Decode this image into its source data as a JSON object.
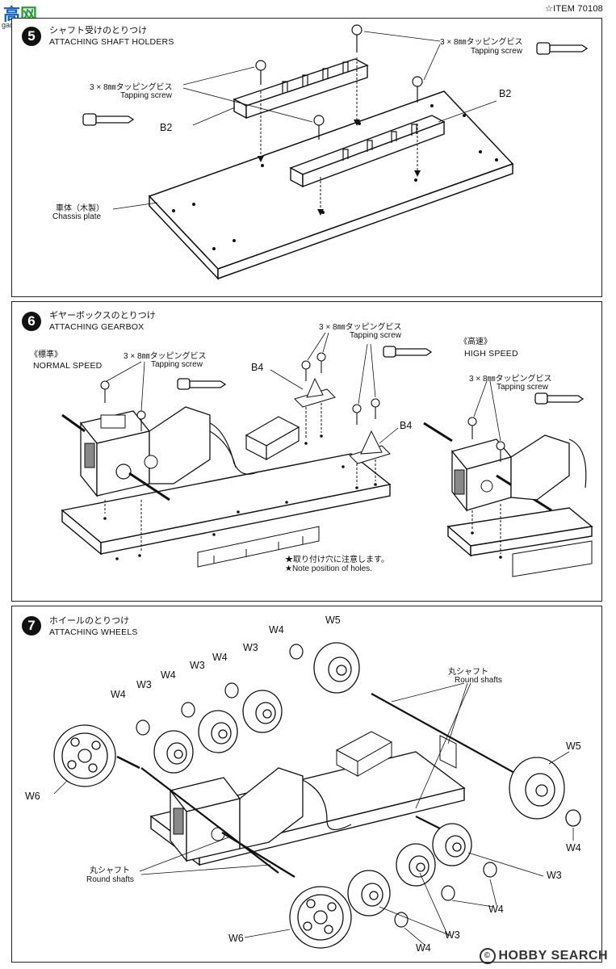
{
  "header": {
    "item_number": "☆ITEM 70108",
    "watermark_top": "高",
    "watermark_top2": "网",
    "watermark_sub": "gao-shou.com"
  },
  "footer": {
    "watermark": "HOBBY SEARCH"
  },
  "step5": {
    "number": "5",
    "title_jp": "シャフト受けのとりつけ",
    "title_en": "ATTACHING SHAFT HOLDERS",
    "screw_jp_a": "3 × 8㎜タッピングビス",
    "screw_en_a": "Tapping screw",
    "screw_jp_b": "3 × 8㎜タッピングビス",
    "screw_en_b": "Tapping screw",
    "part_b2_left": "B2",
    "part_b2_right": "B2",
    "chassis_jp": "車体（木製）",
    "chassis_en": "Chassis plate"
  },
  "step6": {
    "number": "6",
    "title_jp": "ギヤーボックスのとりつけ",
    "title_en": "ATTACHING GEARBOX",
    "normal_jp": "《標準》",
    "normal_en": "NORMAL SPEED",
    "high_jp": "《高速》",
    "high_en": "HIGH SPEED",
    "screw_jp_a": "3 × 8㎜タッピングビス",
    "screw_en_a": "Tapping screw",
    "screw_jp_b": "3 × 8㎜タッピングビス",
    "screw_en_b": "Tapping screw",
    "screw_jp_c": "3 × 8㎜タッピングビス",
    "screw_en_c": "Tapping screw",
    "part_b4_a": "B4",
    "part_b4_b": "B4",
    "note_jp": "★取り付け穴に注意します。",
    "note_en": "★Note position of holes."
  },
  "step7": {
    "number": "7",
    "title_jp": "ホイールのとりつけ",
    "title_en": "ATTACHING WHEELS",
    "shafts_jp_right": "丸シャフト",
    "shafts_en_right": "Round shafts",
    "shafts_jp_left": "丸シャフト",
    "shafts_en_left": "Round shafts",
    "top_labels": [
      "W4",
      "W3",
      "W4",
      "W3",
      "W4",
      "W3",
      "W4",
      "W5"
    ],
    "w6_left": "W6",
    "w6_bottom": "W6",
    "w5_right": "W5",
    "w4_right": "W4",
    "w3_right": "W3",
    "w4_bottom_right": "W4",
    "w3_bottom": "W3",
    "w4_bottom": "W4"
  }
}
